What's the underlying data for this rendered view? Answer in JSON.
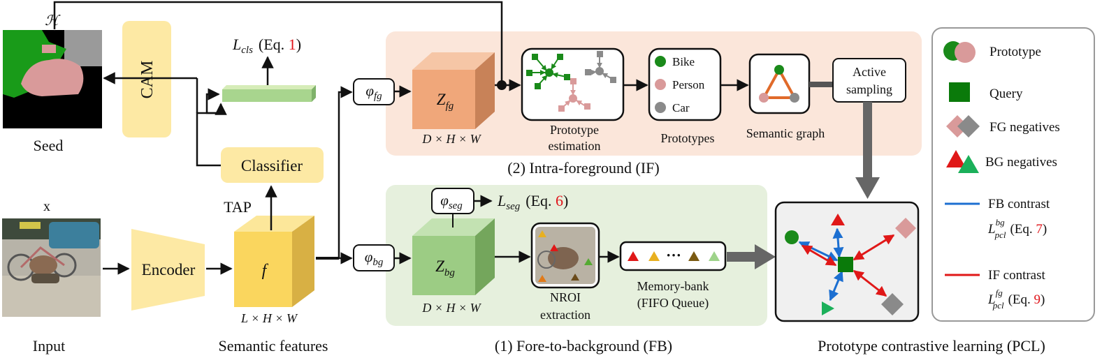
{
  "colors": {
    "if_panel_bg": "#fbe6da",
    "fb_panel_bg": "#e6f0dd",
    "yellow_block": "#fde9a4",
    "fg_cube": "#f0a77a",
    "bg_cube": "#9ccc84",
    "feature_cube": "#fad65e",
    "prototype_bike": "#1a8a1a",
    "prototype_person": "#d99a9a",
    "prototype_car": "#8a8a8a",
    "query": "#0a7a0a",
    "fb_contrast": "#1c6fd1",
    "if_contrast": "#e01818",
    "arrow": "#111111",
    "eq_ref": "#e0141a"
  },
  "input": {
    "var": "x",
    "caption": "Input"
  },
  "seed": {
    "symbol": "ℋ",
    "caption": "Seed"
  },
  "blocks": {
    "cam": "CAM",
    "encoder": "Encoder",
    "classifier": "Classifier",
    "tap": "TAP"
  },
  "semantic_features": {
    "symbol": "f",
    "dims": "L × H × W",
    "caption": "Semantic features"
  },
  "loss_cls": {
    "base": "L",
    "sub": "cls",
    "eq_prefix": "(Eq. ",
    "eq_num": "1",
    "eq_suffix": ")"
  },
  "if_branch": {
    "proj": {
      "base": "φ",
      "sub": "fg"
    },
    "cube": {
      "base": "Z",
      "sub": "fg"
    },
    "dims": "D × H × W",
    "estimation_caption_1": "Prototype",
    "estimation_caption_2": "estimation",
    "prototypes_caption": "Prototypes",
    "classes": [
      "Bike",
      "Person",
      "Car"
    ],
    "graph_caption": "Semantic graph",
    "active_1": "Active",
    "active_2": "sampling",
    "title": "(2) Intra-foreground (IF)"
  },
  "fb_branch": {
    "proj": {
      "base": "φ",
      "sub": "bg"
    },
    "seg_proj": {
      "base": "φ",
      "sub": "seg"
    },
    "cube": {
      "base": "Z",
      "sub": "bg"
    },
    "dims": "D × H × W",
    "loss_seg": {
      "base": "L",
      "sub": "seg",
      "eq_prefix": "(Eq. ",
      "eq_num": "6",
      "eq_suffix": ")"
    },
    "nroi_1": "NROI",
    "nroi_2": "extraction",
    "bank_dots": "···",
    "bank_1": "Memory-bank",
    "bank_2": "(FIFO Queue)",
    "title": "(1) Fore-to-background (FB)"
  },
  "pcl": {
    "caption": "Prototype contrastive learning (PCL)"
  },
  "legend": {
    "prototype": "Prototype",
    "query": "Query",
    "fg_negatives": "FG negatives",
    "bg_negatives": "BG negatives",
    "fb_contrast": "FB contrast",
    "fb_loss": {
      "base": "L",
      "sub": "pcl",
      "sup": "bg",
      "eq_prefix": "(Eq. ",
      "eq_num": "7",
      "eq_suffix": ")"
    },
    "if_contrast": "IF contrast",
    "if_loss": {
      "base": "L",
      "sub": "pcl",
      "sup": "fg",
      "eq_prefix": "(Eq. ",
      "eq_num": "9",
      "eq_suffix": ")"
    }
  }
}
